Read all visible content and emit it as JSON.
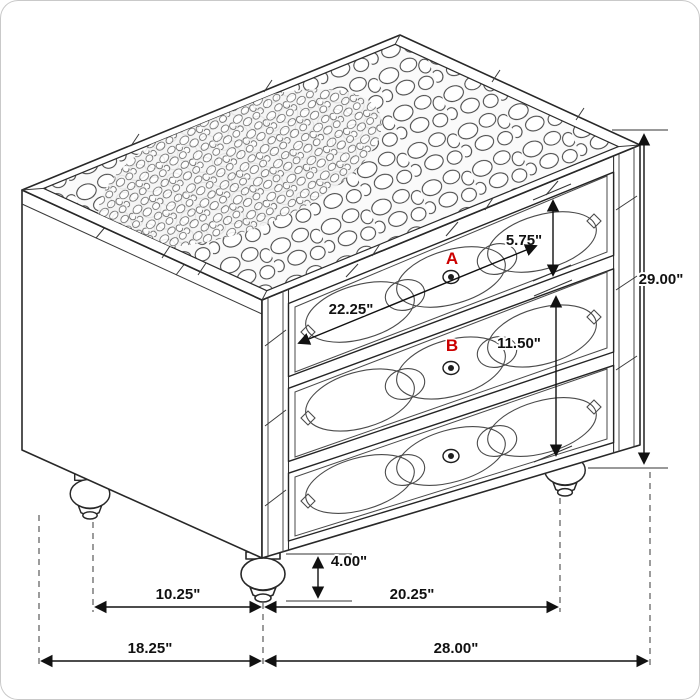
{
  "colors": {
    "accentRed": "#cc0000",
    "line": "#222222"
  },
  "markers": {
    "a": "A",
    "b": "B"
  },
  "dim": {
    "topDrawer": "5.75\"",
    "overallHeight": "29.00\"",
    "interiorWidth": "22.25\"",
    "lowerDrawers": "11.50\"",
    "footHeight": "4.00\"",
    "leftFootInset": "10.25\"",
    "frontFootSpan": "20.25\"",
    "overallDepth": "18.25\"",
    "overallWidth": "28.00\""
  }
}
